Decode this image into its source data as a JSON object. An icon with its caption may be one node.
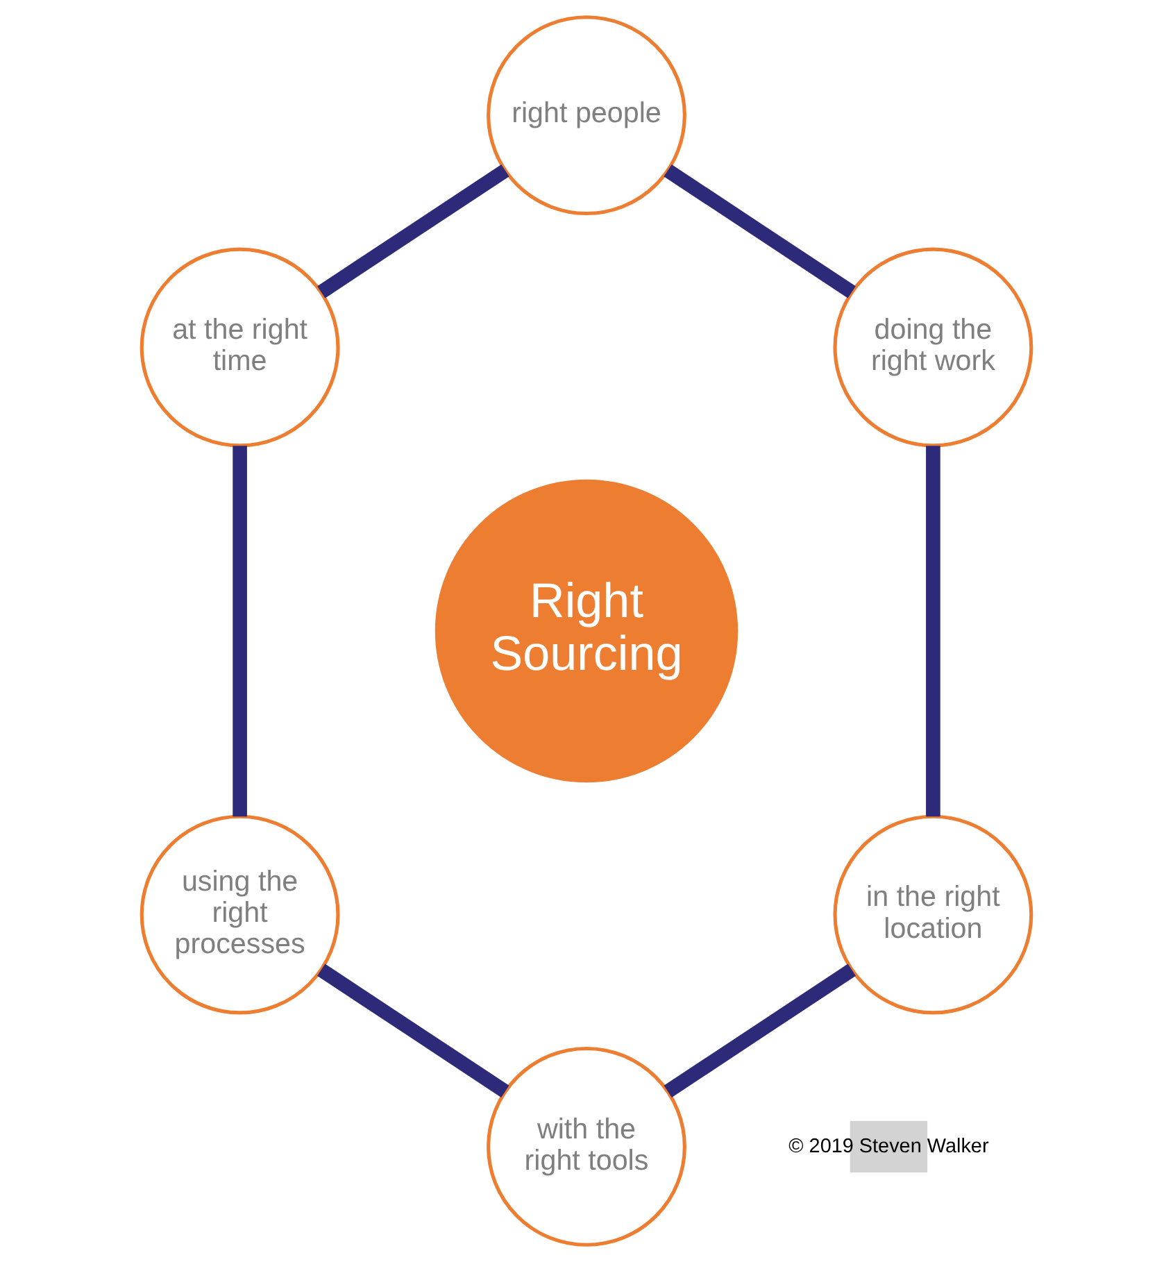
{
  "diagram": {
    "nodes": [
      {
        "text": [
          "right people"
        ]
      },
      {
        "text": [
          "at the right time"
        ]
      },
      {
        "text": [
          "doing the right work"
        ]
      },
      {
        "text": [
          "Right Sourcing"
        ]
      },
      {
        "text": [
          "using the right processes"
        ]
      },
      {
        "text": [
          "in the right location"
        ]
      },
      {
        "text": [
          "with the right tools"
        ]
      }
    ],
    "edges": [
      {
        "from": 0,
        "to": 2,
        "arrow": "none"
      },
      {
        "from": 2,
        "to": 5,
        "arrow": "none"
      },
      {
        "from": 5,
        "to": 6,
        "arrow": "none"
      },
      {
        "from": 6,
        "to": 4,
        "arrow": "none"
      },
      {
        "from": 4,
        "to": 1,
        "arrow": "none"
      },
      {
        "from": 1,
        "to": 0,
        "arrow": "none"
      }
    ],
    "labels": [
      "© 2019 Steven Walker"
    ]
  }
}
